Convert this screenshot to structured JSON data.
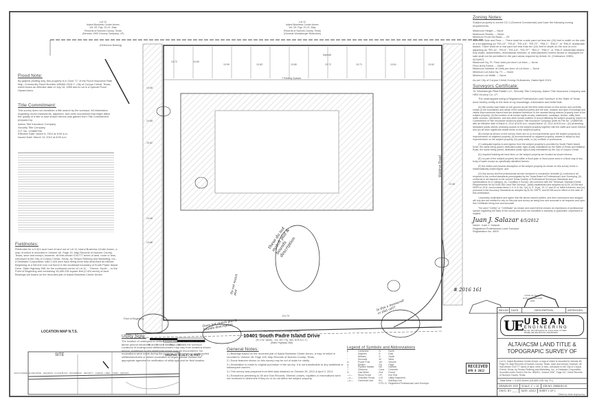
{
  "adjacent_lots": {
    "lot13": [
      "Lot 13",
      "Island Business Center Annex",
      "Vol. 53, Pgs. 20-21, Map",
      "Records of Nueces County, Texas",
      "(Genesis 1993 Grocery Company, LP)"
    ],
    "lot12": [
      "Lot 12",
      "Island Business Center Annex",
      "Vol. 53, Pgs. 20-21, Map",
      "Records of Nueces County, Texas",
      "(Genesis Woolsburger Reduction)"
    ]
  },
  "plan_labels": {
    "street": "10401 South Padre Island Drive",
    "street_sub": [
      "(R.O.W. Varies - Vol. 287, Pg. 363, M.R.N.C.T.)",
      "(State Highway 358)"
    ],
    "frontage": "One-Way Traffic (Frontage Road)",
    "side_road": "Waldron Road",
    "parking": "7 Parking Spaces",
    "asphalt": "Asphalt",
    "reference_bearing": "(Reference Bearing)",
    "point_of_beginning": "Point of Beginning",
    "lot_dim": "124.70'",
    "elevations": [
      "13.72",
      "13.60",
      "13.99",
      "13.83",
      "13.80",
      "13.72",
      "13.71",
      "13.61",
      "13.62",
      "14.68",
      "14.68",
      "14.62",
      "13.98",
      "13.88",
      "13.46"
    ]
  },
  "handwritten": {
    "note1": "Does not match plat & bounds description",
    "note2": "these do not match plat & bounds description",
    "note3": "Is this a measured or plat call?",
    "note4": "Do not match plat",
    "stamp_number": "# 2016 161"
  },
  "flood_note": {
    "title": "Flood Note:",
    "text": "By graphic plotting only, this property is in Zone \"C\" of the Flood Insurance Rate Map, Community Panel Number 485464 0315 C, City of Corpus Christi, Texas, which bears an effective date of July 18, 1985 and is not in a Special Flood Hazard Area."
  },
  "title_commitment": {
    "title": "Title Commitment:",
    "text": "This survey does not constitute a title search by the surveyor. All information regarding record easements, adjoiners, and other documents that might affect the quality of a title to tract shown hereon was gained from Title Commitment prepared by:",
    "company": [
      "Alamo Title Insurance Company",
      "Security Title Company",
      "G.F. No. 124889768",
      "Effective Date: March 6, 2012 at 8:00 a.m.",
      "Issued Date: March 13, 2012 at 8:00 a.m."
    ]
  },
  "fieldnotes": {
    "title": "Fieldnotes:",
    "text": "Fieldnotes for a 0.424 acre tract of land out of Lot 11, Island Business Center Annex, a map of which is recorded in Volume 48, Page 15, Map Records of Nueces County, Texas, save and except, however, all that certain 0.00777 acres of land, more or less, conveyed to the City of Corpus Christi, Texas, by Texaco Refining and Marketing, Inc., a Delaware Corporation; said 0.424 acre tract being more fully described as follows: Beginning at a 5/8 inch iron rod found in the southeast boundary of South Padre Island Drive, State Highway 358, for the northwest corner of Lot 11 ... Thence, South ... to the Point of Beginning and containing 18,489.235 square feet (0.424 acres) of land. Bearings are based on the recorded plat of Island Business Center Annex."
  },
  "location_map": {
    "title": "LOCATION MAP N.T.S.",
    "site_label": "SITE",
    "streets": [
      "SOUTH PADRE ISLAND DRIVE",
      "WALDRON",
      "FLOUR BLUFF",
      "ROCKBROOK",
      "SECURITY",
      "LANDON",
      "LIMEY",
      "JUNEY",
      "AIRPORT"
    ]
  },
  "utility_note": {
    "title": "Utility Note:",
    "text": "The location of underground utilities shown hereon are based on visible above ground structures and record drawings provided the surveyor. Locations of underground utilities/structures may vary from locations shown hereon. Additional buried utilities/structures may be encountered. No excavations were made during the progress of this survey to locate buried utilities/structures or before excavation is begun, please contact the appropriate agencies for verification of utility type and for field location."
  },
  "graphic_scale": {
    "label": "GRAPHIC SCALE",
    "ticks": [
      "10",
      "5",
      "0",
      "10",
      "20"
    ],
    "unit": "( IN FEET )"
  },
  "general_notes": {
    "title": "General Notes:",
    "items": [
      "1.) Bearings based on the recorded plat of Island Business Center Annex, a map of which is recorded in Volume 38, Page 195, Map Records of Nueces County, Texas.",
      "2.) Some features shown on this survey may be out of scale for clarity.",
      "3.) Declaration is made to original purchaser of the survey. It is not transferable to any additional or subsequent owners.",
      "4.) This survey was prepared from field data obtained on October 26, 2011 & April 3, 2012.",
      "5.) Exceptions pertaining to Oil and Gas Records, Mineral Leases, royalties or reservations were not reviewed to determine if they do or do not affect the subject property."
    ]
  },
  "legend": {
    "title": "Legend of Symbols and Abbreviations",
    "symbols": [
      {
        "sym": "℄",
        "label": "Centerline"
      },
      {
        "sym": "°",
        "label": "Degrees"
      },
      {
        "sym": "'",
        "label": "Minutes"
      },
      {
        "sym": "\"",
        "label": "Seconds"
      },
      {
        "sym": "⊙",
        "label": "Power Pole"
      },
      {
        "sym": "●",
        "label": "Bollard"
      },
      {
        "sym": "△",
        "label": "Pipeline Marker"
      },
      {
        "sym": "○",
        "label": "Cleanout"
      },
      {
        "sym": "⊡",
        "label": "Gas Meter"
      },
      {
        "sym": "—/—",
        "label": "Wood Fence"
      },
      {
        "sym": "—x—",
        "label": "Chainlink Fence"
      },
      {
        "sym": "—e—",
        "label": "Overhead Line"
      }
    ],
    "abbreviations": [
      {
        "abbr": "N.",
        "label": "North"
      },
      {
        "abbr": "E.",
        "label": "East"
      },
      {
        "abbr": "S.",
        "label": "South"
      },
      {
        "abbr": "W.",
        "label": "West"
      },
      {
        "abbr": "Vol.",
        "label": "Volume"
      },
      {
        "abbr": "Pg.",
        "label": "Page"
      },
      {
        "abbr": "No.",
        "label": "Number"
      },
      {
        "abbr": "Conc.",
        "label": "Concrete"
      },
      {
        "abbr": "Fnd.",
        "label": "Found"
      },
      {
        "abbr": "I.R.",
        "label": "Iron Rod"
      },
      {
        "abbr": "U.E.",
        "label": "Utility Easement"
      },
      {
        "abbr": "B.L.",
        "label": "Building Line"
      },
      {
        "abbr": "R.P.L.S.",
        "label": "Registered Professional Land Surveyor"
      }
    ]
  },
  "zoning_notes": {
    "title": "Zoning Notes:",
    "intro": "Subject property is zoned CG-1 (General Commercial) and have the following zoning requirements:",
    "items": [
      "Maximum Height --- None",
      "Maximum Stories --- None",
      "Minimum Front Set Back --- 20'",
      "Minimum Side and Rear --- There shall be a side yard not less ten (10) feet in width on the side of a lot adjoining an \"RS-10\", \"RS-6\", \"RS-4.5\", \"RS-TF\", \"RM-1\", \"RM-2\", or \"RM-3\" residential district. There shall be a rear yard not less than ten (10) feet in depth on the rear of a lot adjoining an \"RS-10\", \"RS-6\", \"RS-4.5\", \"RS-TF\", \"RM-1\", \"RM-2\", or \"RM-3\" residential district. Any boats, automobiles, recreational vehicles, or manufactured homes stored or displayed for sale shall not be permitted in the yard areas required by Article 24. (Ordinance 22851, 02/18/97)",
      "Maximum Sq. Ft. Floor Area per Acre Lot Area --- None",
      "Floor Area Factor --- None",
      "Maximum Number of Units per Acre of Lot Area --- None",
      "Minimum Lot Area Sq. Ft. --- None",
      "Minimum Lot Width --- None"
    ],
    "source": "As per City of Corpus Christi Zoning Ordinances, Dated April 2010."
  },
  "surveyors_certificate": {
    "title": "Surveyors Certificate:",
    "to": "To: Woolsburger Real Estate LLC, Security Title Company, Alamo Title Insurance Company and HEB Grocery Co. LP;",
    "intro": "The undersigned being a Registered Professional Land Surveyor in the State of Texas does hereby certify to the best of my knowledge, information and belief that:",
    "items": [
      "(A) this survey was made on the ground as per the field notes shown on this survey and correctly shows (i) the boundaries and areas of the subject property and the size, location and type of buildings and visible improvements thereof and the distance therefrom to the nearest facing exterior property lines of the subject property; (ii) the location of all known rights-of-way, easements, roadways, fences, utility lines, water courses, cemeteries, and any other known matters of record affecting the subject property, based on Commitment of Title Insurance issued by Alamo Title Insurance Company under its File No. 124889768, with an effective date of March 6, 2012 at 8:00 a.m., issued March 13, 2012 at 8:00 a.m.; (iii) all abutting dedicated public streets providing access to the subject property together with the width and name thereof; and (iv) all other significant visible items on the subject property.",
      "(B) except as shown on the survey, there are no (i) encroachments upon the subject property by improvements on adjacent property, (ii) encroachments on adjacent property, streets or alleys by any improvements on the subject property, (iii) party walls, or (iv) conflicts or protrusions.",
      "(C) adequate ingress to and egress from the subject property is provided by South Padre Island Drive, the same being paved, dedicated public right-of-way maintained by the State of Texas and Waldron Road, the same being paved, dedicated public right-of-way maintained by the City of Corpus Christi.",
      "(D) required building set back lines on the subject property are located as shown hereon;",
      "(E) no part of the subject property lies within a flood plain or flood prone area or a flood way of any body of water except as specifically identified therein;",
      "(F) the metes and bounds description of the subject property as shown on this survey forms a mathematically closed figure; and",
      "(G) this survey and the professional service rendered in connection herewith (i) conforms in all respects to the current standards promulgated by the Texas Board of Professional Land Surveying; (ii) conforms in all respects to the current Texas Society of Professional Surveyors Standards and specifications for a Category 1A, Condition II Survey; (iii) conforms with the \"Minimum Standard Detail Requirements for ALTA/ACSM Land Title Surveys\", jointly established and adopted by ALTA, ACSM and NSPS in 2011, and includes items 1-4, 5, 6, 6a, 7(a), 8, 9, 11(a), 13, 17 and 20 of Table A thereof, and (iv) pursuant to the Accuracy Standards as adopted by ALTA, NSPS, and ACSM and in effect on the date of this certification.",
      "I expressly understand and agree that the above-named parties, and their successors and assigns will rely and are entitled to rely on this plat and survey as being true and accurate in all respects and upon this Certificate being true and accurate.",
      "The word \"Certify\" or \"Certificate\" as shown and used hereon means an expression of professional opinion regarding the facts of the survey and does not constitute a warranty or guarantee, expressed or implied."
    ],
    "signature": "Juan J. Salazar",
    "signature_date": "4/5/2012",
    "signer_lines": [
      "Name: Juan J. Salazar",
      "Registered Professional Land Surveyor",
      "Registration No. 4909"
    ],
    "seal_text": [
      "STATE OF TEXAS",
      "JUAN JOSE SALAZAR",
      "4909"
    ]
  },
  "title_block": {
    "headers": [
      "REV.BY",
      "DATE",
      "DESCRIPTION",
      "APPROVED"
    ],
    "company_initials": "UE",
    "company_name": "URBAN",
    "company_sub": "ENGINEERING",
    "company_address": "Firm No. 145   2725 Swantner Dr.  Corpus Christi, TX 78404",
    "company_phone": "PHONE: (361) 854-3101     FAX: (361) 854-6001",
    "title": "ALTA/ACSM LAND TITLE & TOPOGRAPIC SURVEY OF",
    "description": "Lot 11, Island Business Center Annex, a map of which is recorded in Volume 48, Page 15, Map Records of Nueces County, Texas, save and except, however, all that certain 0.00777 acres of land, more or less, conveyed to the City of Corpus Christi, Texas, by Texaco Refining and Marketing, Inc., a Delaware Corporation, recorded under Clerk's File No. 584491, Volume 2087, Page 347, Deed Records of Nueces County, Texas.",
    "total_area": "Total Area = 0.424 Acres (18,489.235 Sq. Ft.)",
    "drawn_by": "DRAWN BY: RJS",
    "scale": "SCALE: 1\" = 10'",
    "job_no": "JOB NO: 29858.B1.00",
    "chkd_by": "CHK'D. BY: ____",
    "date": "DATE: 4/3/12",
    "sheet": "SHEET 1 OF 1",
    "copyright": "©2012 by Urban Engineering"
  },
  "received_stamp": {
    "text": "RECEIVED",
    "date": "APR 9 2012"
  },
  "colors": {
    "ink": "#333333",
    "paper": "#ffffff",
    "hatch": "#999999"
  }
}
